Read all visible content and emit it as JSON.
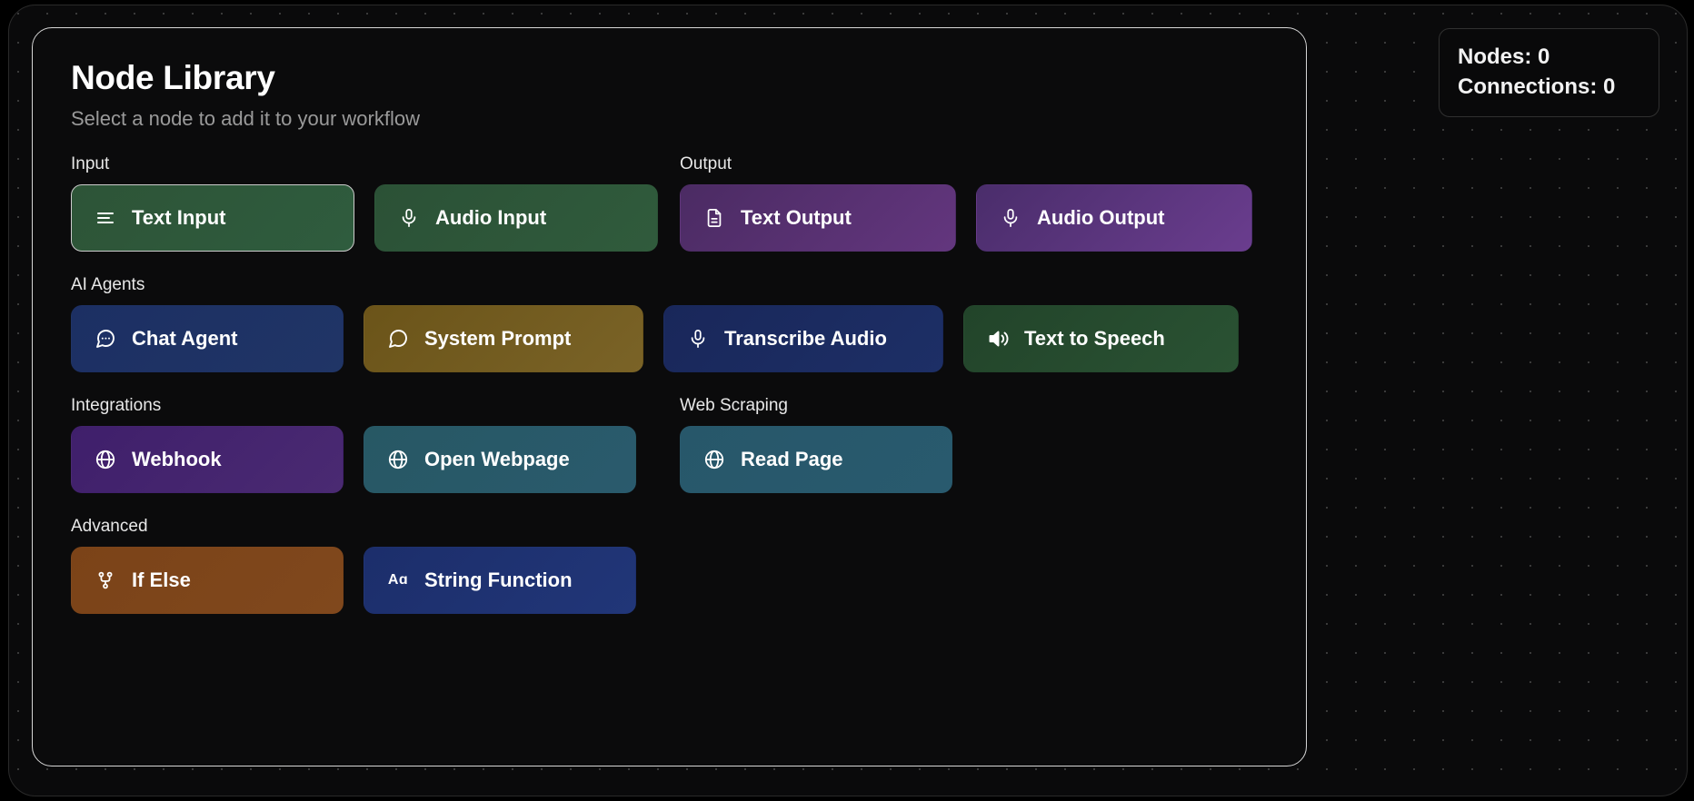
{
  "panel": {
    "title": "Node Library",
    "subtitle": "Select a node to add it to your workflow"
  },
  "stats": {
    "nodes_label": "Nodes: 0",
    "connections_label": "Connections: 0"
  },
  "sections": {
    "input": {
      "label": "Input",
      "nodes": [
        {
          "label": "Text Input",
          "icon": "text-lines-icon",
          "color": "#2d5437",
          "selected": true
        },
        {
          "label": "Audio Input",
          "icon": "microphone-icon",
          "color": "#2b5136",
          "selected": false
        }
      ]
    },
    "output": {
      "label": "Output",
      "nodes": [
        {
          "label": "Text Output",
          "icon": "document-icon",
          "color": "#4b2b63",
          "selected": false
        },
        {
          "label": "Audio Output",
          "icon": "microphone-icon",
          "color": "#4a2d6b",
          "selected": false
        }
      ]
    },
    "ai_agents": {
      "label": "AI Agents",
      "nodes": [
        {
          "label": "Chat Agent",
          "icon": "chat-bubble-dots-icon",
          "color": "#1c2f63",
          "selected": false
        },
        {
          "label": "System Prompt",
          "icon": "chat-bubble-icon",
          "color": "#6b5419",
          "selected": false
        },
        {
          "label": "Transcribe Audio",
          "icon": "microphone-icon",
          "color": "#19275a",
          "selected": false
        },
        {
          "label": "Text to Speech",
          "icon": "speaker-icon",
          "color": "#22442a",
          "selected": false
        }
      ]
    },
    "integrations": {
      "label": "Integrations",
      "nodes": [
        {
          "label": "Webhook",
          "icon": "globe-icon",
          "color": "#3f1f6b",
          "selected": false
        },
        {
          "label": "Open Webpage",
          "icon": "globe-icon",
          "color": "#275864",
          "selected": false
        }
      ]
    },
    "web_scraping": {
      "label": "Web Scraping",
      "nodes": [
        {
          "label": "Read Page",
          "icon": "globe-icon",
          "color": "#27576a",
          "selected": false
        }
      ]
    },
    "advanced": {
      "label": "Advanced",
      "nodes": [
        {
          "label": "If Else",
          "icon": "git-branch-icon",
          "color": "#7b4318",
          "selected": false
        },
        {
          "label": "String Function",
          "icon": "aa-text-icon",
          "color": "#1c2e6b",
          "selected": false
        }
      ]
    }
  }
}
